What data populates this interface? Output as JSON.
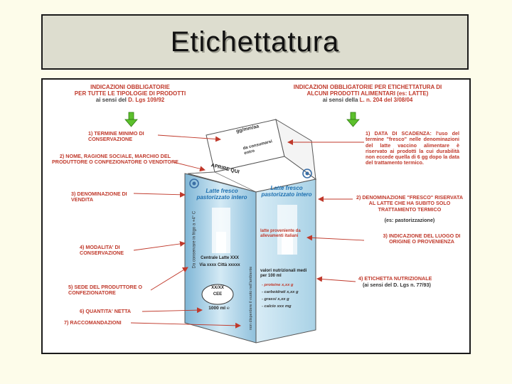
{
  "title": "Etichettatura",
  "colors": {
    "background": "#fdfcea",
    "title_box": "#ddddcf",
    "label_red": "#c0392b",
    "arrow_green": "#5cc02c",
    "carton_blue": "#a9d2e6"
  },
  "header_left": {
    "line1": "INDICAZIONI OBBLIGATORIE",
    "line2": "PER TUTTE LE TIPOLOGIE DI PRODOTTI",
    "line3_prefix": "ai sensi del ",
    "line3_ref": "D. Lgs 109/92"
  },
  "header_right": {
    "line1": "INDICAZIONI OBBLIGATORIE PER ETICHETTATURA DI",
    "line2": "ALCUNI PRODOTTI ALIMENTARI (es: LATTE)",
    "line3_prefix": "ai sensi della ",
    "line3_ref": "L. n. 204 del 3/08/04"
  },
  "left_labels": [
    "1) TERMINE MINIMO DI CONSERVAZIONE",
    "2) NOME, RAGIONE SOCIALE, MARCHIO DEL PRODUTTORE O CONFEZIONATORE O VENDITORE",
    "3) DENOMINAZIONE DI VENDITA",
    "4) MODALITA' DI CONSERVAZIONE",
    "5) SEDE DEL PRODUTTORE O CONFEZIONATORE",
    "6) QUANTITA' NETTA",
    "7) RACCOMANDAZIONI"
  ],
  "right_labels": {
    "item1": "1) DATA DI SCADENZA: l'uso del termine \"fresco\" nelle denominazioni del latte vaccino alimentare è riservato ai prodotti la cui durabilità non eccede quella di 6 gg dopo la data del trattamento termico.",
    "item2": "2) DENOMINAZIONE \"FRESCO\" RISERVATA AL LATTE CHE HA SUBITO SOLO TRATTAMENTO TERMICO",
    "item2_note": "(es: pastorizzazione)",
    "item3": "3) INDICAZIONE DEL LUOGO DI ORIGINE O PROVENIENZA",
    "item4": "4) ETICHETTA NUTRIZIONALE",
    "item4_note": "(ai sensi del D. Lgs n. 77/93)"
  },
  "carton": {
    "top_date": "gg/mm/aa",
    "top_date_note": "da consumarsi entro",
    "open_text": "APRIRE QUI",
    "product_name_left": "Latte fresco pastorizzato intero",
    "product_name_right": "Latte fresco pastorizzato intero",
    "storage_text": "Da conservare in frigo a +4° C",
    "producer": "Centrale Latte XXX",
    "producer_address": "Via xxxx Città xxxxx",
    "stamp_line1": "XX/XX",
    "stamp_line2": "CEE",
    "quantity": "1000 ml ℮",
    "origin": "latte proveniente da allevamenti italiani",
    "nutrition_title": "valori nutrizionali medi per 100 ml",
    "nutrition_items": [
      "- proteine x,xx g",
      "- carboidrati x,xx g",
      "- grassi x,xx g",
      "- calcio xxx mg"
    ],
    "recommendation": "non disperdere il vuoto nell'ambiente"
  }
}
